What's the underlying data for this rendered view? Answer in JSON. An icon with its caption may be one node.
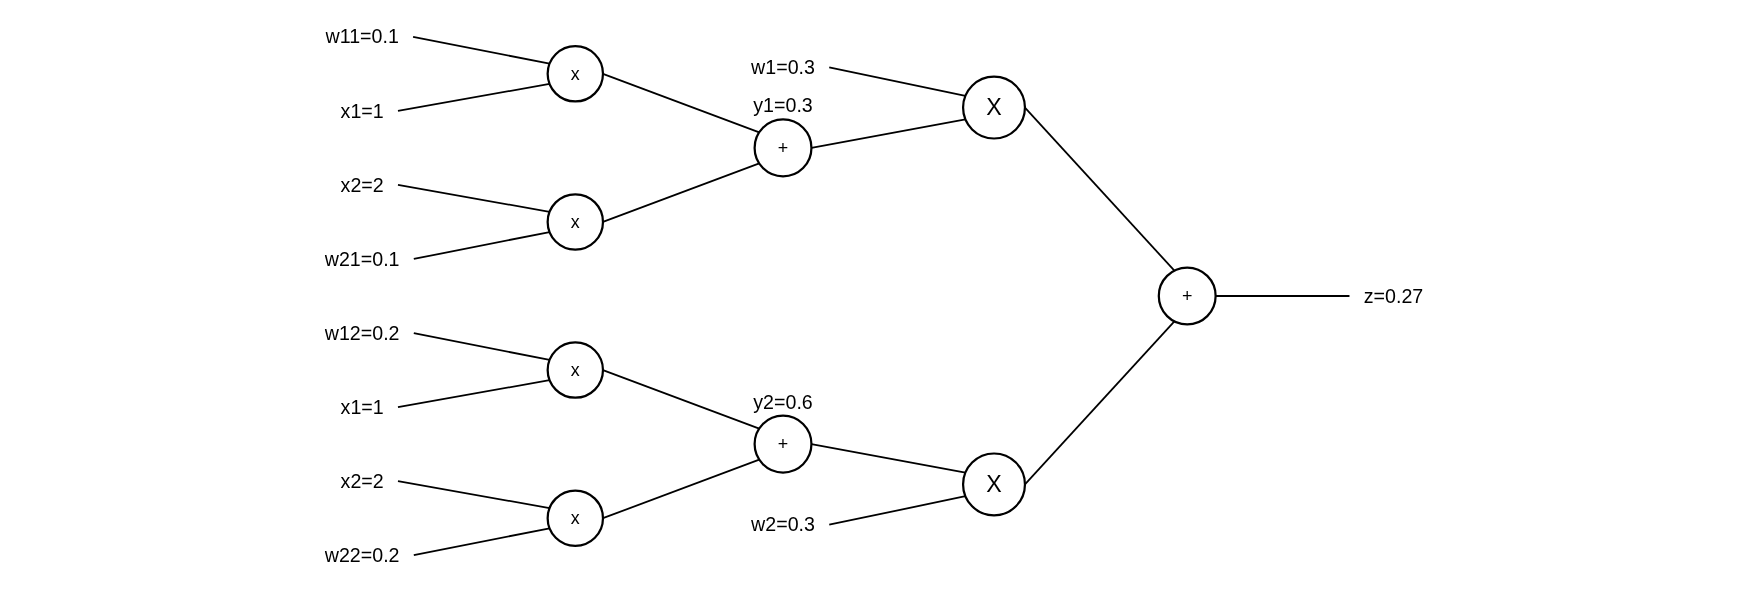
{
  "diagram": {
    "nodes": [
      {
        "text": [
          "w11=0.1"
        ]
      },
      {
        "text": [
          "x1=1"
        ]
      },
      {
        "text": [
          "x"
        ]
      },
      {
        "text": [
          "x2=2"
        ]
      },
      {
        "text": [
          "w21=0.1"
        ]
      },
      {
        "text": [
          "x"
        ]
      },
      {
        "text": [
          "w12=0.2"
        ]
      },
      {
        "text": [
          "x1=1"
        ]
      },
      {
        "text": [
          "x"
        ]
      },
      {
        "text": [
          "x2=2"
        ]
      },
      {
        "text": [
          "w22=0.2"
        ]
      },
      {
        "text": [
          "x"
        ]
      },
      {
        "text": [
          "w1=0.3"
        ]
      },
      {
        "text": [
          "+"
        ],
        "beside": [
          "y1=0.3"
        ]
      },
      {
        "text": [
          "+"
        ],
        "beside": [
          "y2=0.6"
        ]
      },
      {
        "text": [
          "w2=0.3"
        ]
      },
      {
        "text": [
          "X"
        ]
      },
      {
        "text": [
          "X"
        ]
      },
      {
        "text": [
          "+"
        ]
      },
      {
        "text": [
          "z=0.27"
        ]
      }
    ],
    "edges": [
      {
        "from": 0,
        "to": 2,
        "arrow": "none"
      },
      {
        "from": 1,
        "to": 2,
        "arrow": "none"
      },
      {
        "from": 3,
        "to": 5,
        "arrow": "none"
      },
      {
        "from": 4,
        "to": 5,
        "arrow": "none"
      },
      {
        "from": 6,
        "to": 8,
        "arrow": "none"
      },
      {
        "from": 7,
        "to": 8,
        "arrow": "none"
      },
      {
        "from": 9,
        "to": 11,
        "arrow": "none"
      },
      {
        "from": 10,
        "to": 11,
        "arrow": "none"
      },
      {
        "from": 2,
        "to": 13,
        "arrow": "none"
      },
      {
        "from": 5,
        "to": 13,
        "arrow": "none"
      },
      {
        "from": 8,
        "to": 14,
        "arrow": "none"
      },
      {
        "from": 11,
        "to": 14,
        "arrow": "none"
      },
      {
        "from": 12,
        "to": 16,
        "arrow": "none"
      },
      {
        "from": 13,
        "to": 16,
        "arrow": "none"
      },
      {
        "from": 14,
        "to": 17,
        "arrow": "none"
      },
      {
        "from": 15,
        "to": 17,
        "arrow": "none"
      },
      {
        "from": 16,
        "to": 18,
        "arrow": "none"
      },
      {
        "from": 17,
        "to": 18,
        "arrow": "none"
      },
      {
        "from": 18,
        "to": 19,
        "arrow": "none"
      }
    ]
  }
}
